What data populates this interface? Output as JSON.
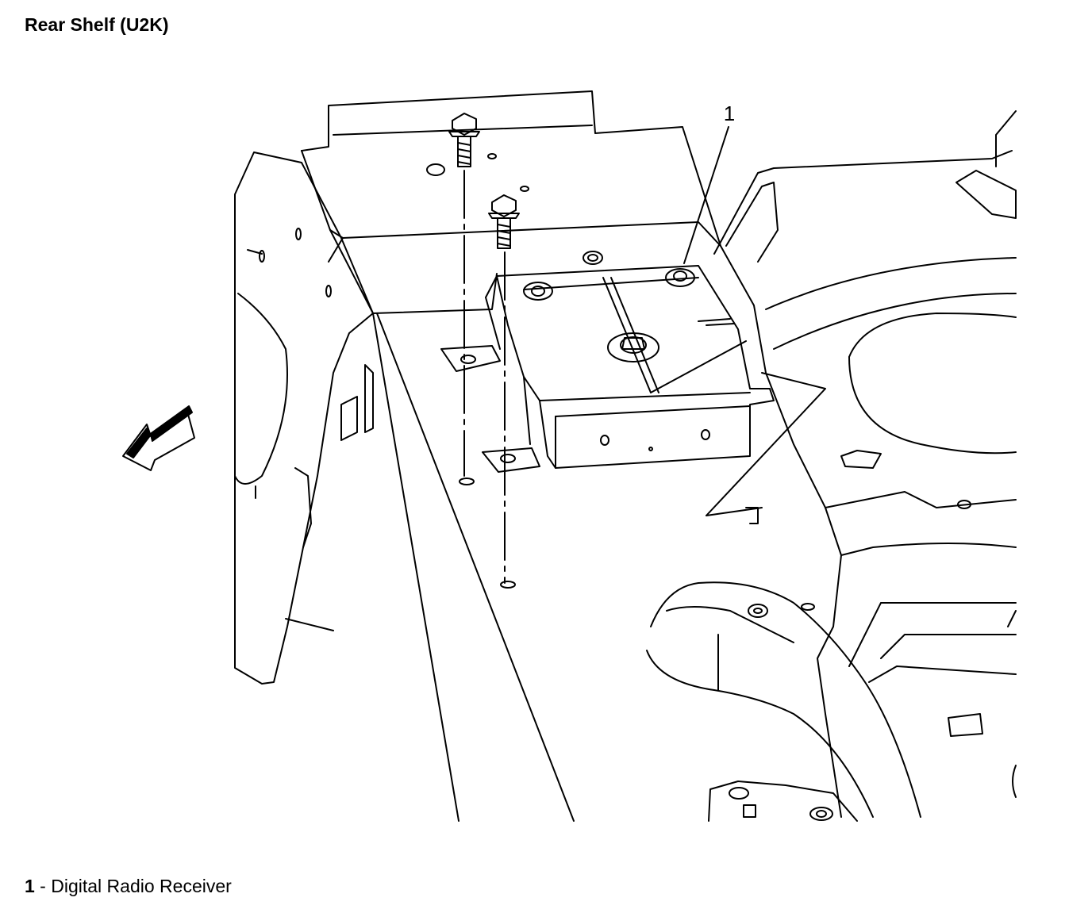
{
  "title": "Rear Shelf (U2K)",
  "callouts": [
    {
      "number": "1"
    }
  ],
  "legend": [
    {
      "number": "1",
      "separator": " - ",
      "label": "Digital Radio Receiver"
    }
  ],
  "colors": {
    "ink": "#000000",
    "paper": "#ffffff"
  },
  "icons": [
    "bolt-icon",
    "direction-arrow-icon"
  ]
}
